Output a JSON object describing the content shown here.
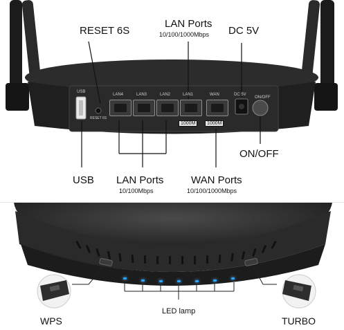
{
  "labels": {
    "reset": "RESET 6S",
    "lan_ports_top": "LAN Ports",
    "lan_ports_top_speed": "10/100/1000Mbps",
    "dc": "DC 5V",
    "on_off": "ON/OFF",
    "usb": "USB",
    "lan_ports_bottom": "LAN Ports",
    "lan_ports_bottom_speed": "10/100Mbps",
    "wan_ports": "WAN Ports",
    "wan_ports_speed": "10/100/1000Mbps",
    "wps": "WPS",
    "led_lamp": "LED lamp",
    "turbo": "TURBO"
  },
  "panel_text": {
    "usb": "USB",
    "reset": "RESET 6S",
    "lan4": "LAN4",
    "lan3": "LAN3",
    "lan2": "LAN2",
    "lan1": "LAN1",
    "wan": "WAN",
    "dc": "DC 5V",
    "onoff": "ON/OFF",
    "tag1": "1000M",
    "tag2": "1000M"
  },
  "colors": {
    "body": "#1f1f1f",
    "led": "#2aa3ff",
    "background": "#ffffff"
  }
}
